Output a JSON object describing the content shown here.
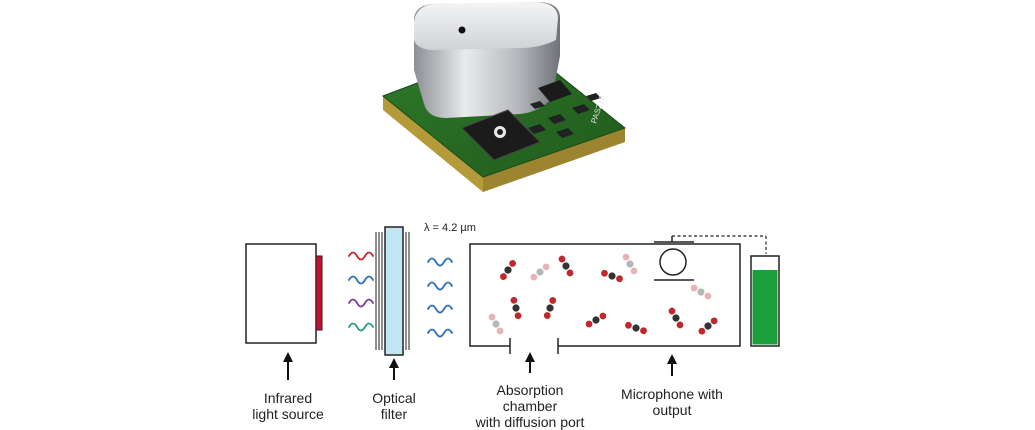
{
  "chip": {
    "marking": "PAS210",
    "brand_logo": "infineon-logo-icon"
  },
  "diagram": {
    "wavelength_label": "λ = 4.2 µm",
    "labels": {
      "source": [
        "Infrared",
        "light source"
      ],
      "filter": [
        "Optical",
        "filter"
      ],
      "chamber": [
        "Absorption",
        "chamber",
        "with diffusion port"
      ],
      "microphone": [
        "Microphone with",
        "output"
      ]
    },
    "colors": {
      "source_emitter": "#c8102e",
      "filter_fill": "#bfe6f2",
      "wave_red": "#c0282d",
      "wave_blue": "#2a73b8",
      "wave_purple": "#7a3fa0",
      "wave_teal": "#2a9d8f",
      "co2_carbon": "#333333",
      "co2_oxygen": "#c0282d",
      "output_level": "#1c9e3a"
    },
    "icons": [
      "infrared-source-icon",
      "optical-filter-icon",
      "co2-molecule-icon",
      "microphone-icon",
      "output-meter-icon"
    ]
  }
}
